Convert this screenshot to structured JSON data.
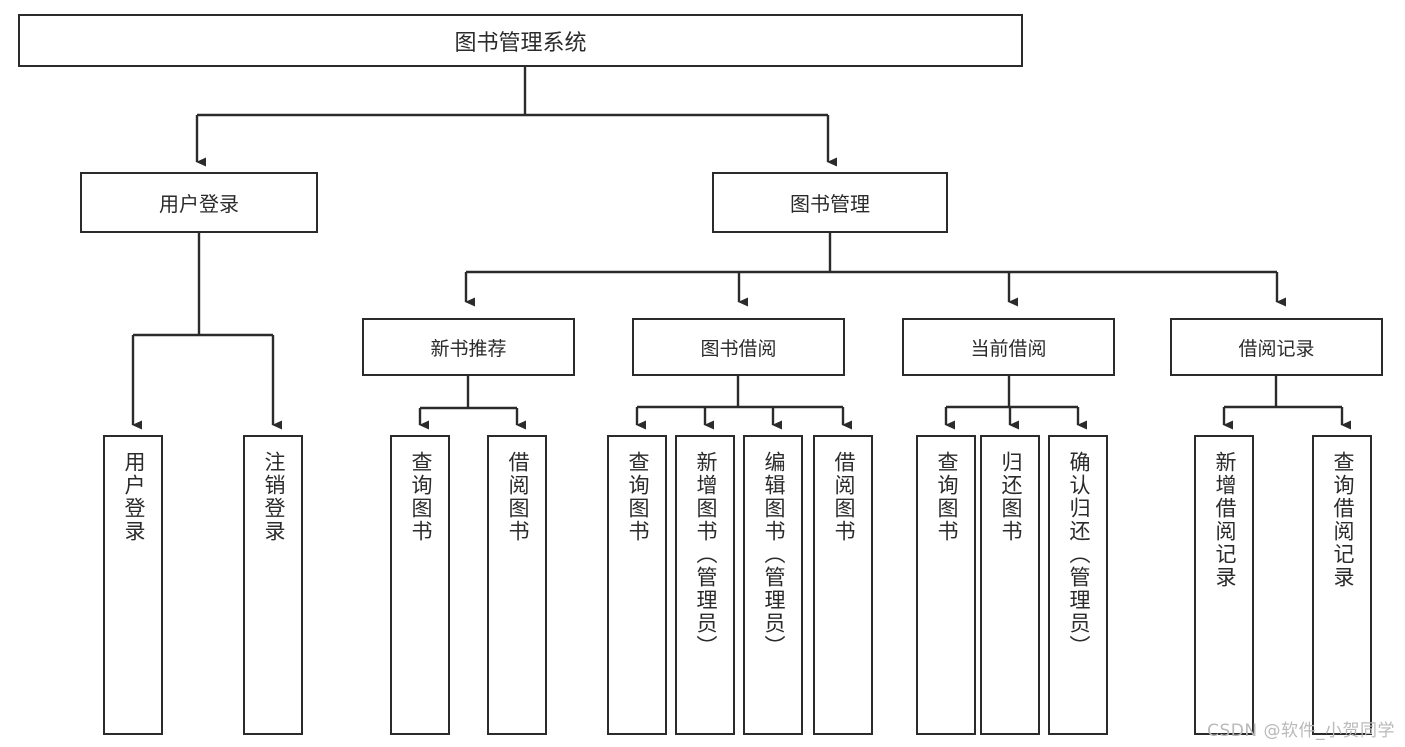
{
  "diagram": {
    "title": "图书管理系统",
    "type": "tree-hierarchy-diagram",
    "root": {
      "label": "图书管理系统"
    },
    "level1": [
      {
        "label": "用户登录"
      },
      {
        "label": "图书管理"
      }
    ],
    "level2": [
      {
        "label": "新书推荐"
      },
      {
        "label": "图书借阅"
      },
      {
        "label": "当前借阅"
      },
      {
        "label": "借阅记录"
      }
    ],
    "leaves": {
      "user_login": [
        {
          "label": "用户登录"
        },
        {
          "label": "注销登录"
        }
      ],
      "new_book_recommend": [
        {
          "label": "查询图书"
        },
        {
          "label": "借阅图书"
        }
      ],
      "book_borrow": [
        {
          "label": "查询图书"
        },
        {
          "label": "新增图书（管理员）"
        },
        {
          "label": "编辑图书（管理员）"
        },
        {
          "label": "借阅图书"
        }
      ],
      "current_borrow": [
        {
          "label": "查询图书"
        },
        {
          "label": "归还图书"
        },
        {
          "label": "确认归还（管理员）"
        }
      ],
      "borrow_record": [
        {
          "label": "新增借阅记录"
        },
        {
          "label": "查询借阅记录"
        }
      ]
    }
  },
  "watermark": {
    "text": "CSDN @软件_小贺同学"
  },
  "colors": {
    "stroke": "#2b2b2b",
    "fill": "#ffffff",
    "text": "#2b2b2b",
    "watermark": "#b9b9b9"
  }
}
